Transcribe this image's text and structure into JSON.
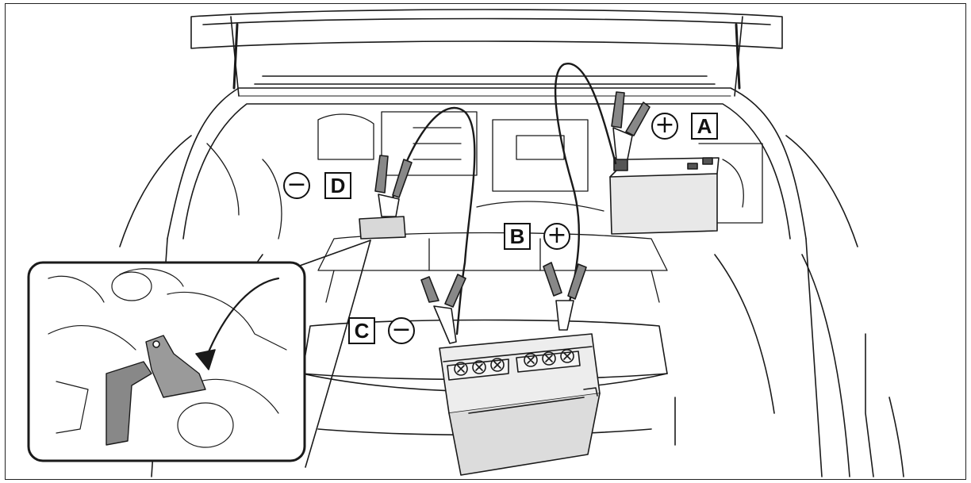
{
  "labels": {
    "A": "A",
    "B": "B",
    "C": "C",
    "D": "D"
  },
  "signs": {
    "A": "+",
    "B": "+",
    "C": "−",
    "D": "−"
  }
}
